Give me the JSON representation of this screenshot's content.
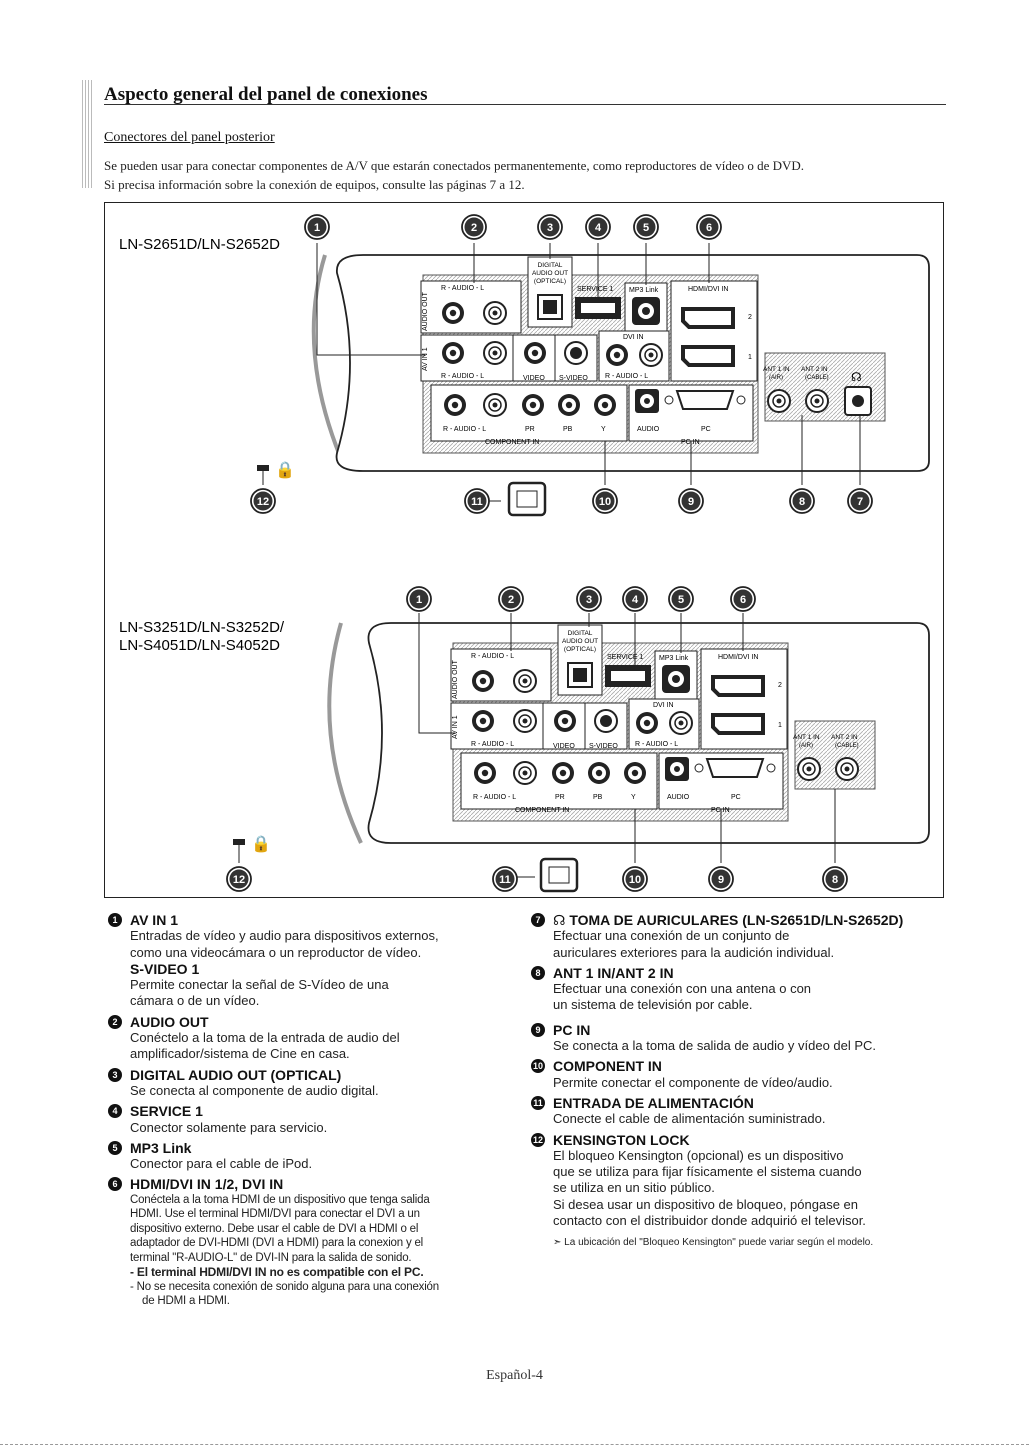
{
  "section_title": "Aspecto general del panel de conexiones",
  "subsection_title": "Conectores del panel posterior",
  "intro": [
    "Se pueden usar para conectar componentes de A/V que estarán conectados permanentemente, como reproductores de vídeo o de DVD.",
    "Si precisa información sobre la conexión de equipos, consulte las páginas 7 a 12."
  ],
  "diagram": {
    "model_top": "LN-S2651D/LN-S2652D",
    "model_bottom": [
      "LN-S3251D/LN-S3252D/",
      "LN-S4051D/LN-S4052D"
    ],
    "panel_labels": {
      "digital_audio_out": [
        "DIGITAL",
        "AUDIO OUT",
        "(OPTICAL)"
      ],
      "service": "SERVICE 1",
      "mp3_link": "MP3 Link",
      "hdmi_dvi_in": "HDMI/DVI IN",
      "dvi_in": "DVI IN",
      "audio_out": "AUDIO OUT",
      "av_in": "AV IN 1",
      "r_audio_l": "R - AUDIO - L",
      "video": "VIDEO",
      "s_video": "S-VIDEO",
      "audio": "AUDIO",
      "pc": "PC",
      "pc_in": "PC IN",
      "component_in": "COMPONENT IN",
      "ant1": "ANT 1 IN",
      "ant2": "ANT 2 IN",
      "air": "(AIR)",
      "cable": "(CABLE)",
      "pr": "PR",
      "pb": "PB",
      "y": "Y",
      "hdmi_1": "1",
      "hdmi_2": "2"
    }
  },
  "items_left": [
    {
      "num": "1",
      "title": "AV IN 1",
      "lines": [
        "Entradas de vídeo y audio para dispositivos externos,",
        "como una videocámara o un reproductor de vídeo."
      ],
      "sub_title": "S-VIDEO 1",
      "sub_lines": [
        "Permite conectar la señal de S-Vídeo de una",
        "cámara o de un vídeo."
      ]
    },
    {
      "num": "2",
      "title": "AUDIO OUT",
      "lines": [
        "Conéctelo a la toma de la entrada de audio del",
        "amplificador/sistema de Cine en casa."
      ]
    },
    {
      "num": "3",
      "title": "DIGITAL AUDIO OUT (OPTICAL)",
      "lines": [
        "Se conecta al componente de audio digital."
      ]
    },
    {
      "num": "4",
      "title": "SERVICE 1",
      "lines": [
        "Conector solamente para servicio."
      ]
    },
    {
      "num": "5",
      "title": "MP3 Link",
      "lines": [
        "Conector para el cable de iPod."
      ]
    },
    {
      "num": "6",
      "title": "HDMI/DVI IN 1/2, DVI IN",
      "lines_small": [
        "Conéctela a la toma HDMI de un dispositivo que tenga salida",
        "HDMI. Use el terminal HDMI/DVI para conectar el DVI a un",
        "dispositivo externo. Debe usar el cable de DVI a HDMI o el",
        "adaptador de DVI-HDMI (DVI a HDMI) para la conexion y el",
        "terminal \"R-AUDIO-L\" de DVI-IN para la salida de sonido."
      ],
      "bold_note": "- El terminal HDMI/DVI IN no es compatible con el PC.",
      "notes_small": [
        "- No se necesita conexión de sonido alguna para una conexión",
        "  de HDMI a HDMI."
      ]
    }
  ],
  "items_right": [
    {
      "num": "7",
      "title": "TOMA DE AURICULARES (LN-S2651D/LN-S2652D)",
      "lines": [
        "Efectuar una conexión de un conjunto de",
        "auriculares exteriores para la audición individual."
      ]
    },
    {
      "num": "8",
      "title": "ANT 1 IN/ANT 2 IN",
      "lines": [
        "Efectuar una conexión con una antena o con",
        "un sistema de televisión por cable."
      ]
    },
    {
      "num": "9",
      "title": "PC IN",
      "lines": [
        "Se conecta a la toma de salida de audio y vídeo del PC."
      ]
    },
    {
      "num": "10",
      "title": "COMPONENT IN",
      "lines": [
        "Permite conectar el componente de vídeo/audio."
      ]
    },
    {
      "num": "11",
      "title": "ENTRADA DE ALIMENTACIÓN",
      "lines": [
        "Conecte el cable de alimentación suministrado."
      ]
    },
    {
      "num": "12",
      "title": "KENSINGTON LOCK",
      "lines": [
        "El bloqueo Kensington (opcional) es un dispositivo",
        "que se utiliza para fijar físicamente el sistema cuando",
        "se utiliza en un sitio público.",
        "Si desea usar un dispositivo de bloqueo, póngase en",
        "contacto con el distribuidor donde adquirió el televisor."
      ]
    }
  ],
  "note": "La ubicación del \"Bloqueo Kensington\" puede variar según el modelo.",
  "footer": "Español-4"
}
